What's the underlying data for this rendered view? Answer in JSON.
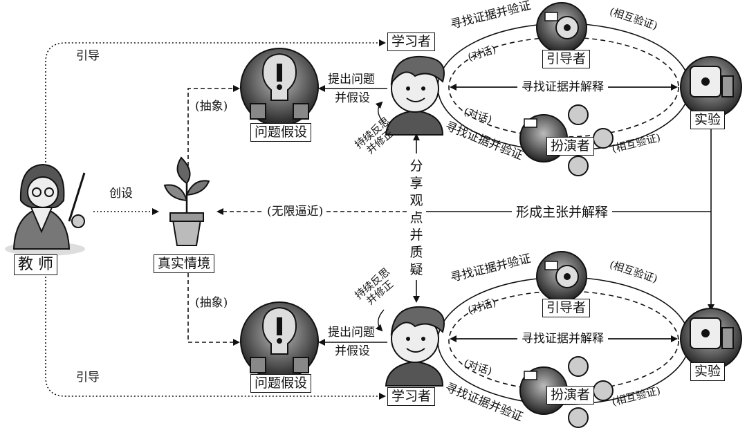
{
  "nodes": {
    "teacher": "教 师",
    "situation": "真实情境",
    "hypothesis_top": "问题假设",
    "hypothesis_bottom": "问题假设",
    "learner_top": "学习者",
    "learner_bottom": "学习者",
    "guide_top": "引导者",
    "guide_bottom": "引导者",
    "actor_top": "扮演者",
    "actor_bottom": "扮演者",
    "experiment_top": "实验",
    "experiment_bottom": "实验"
  },
  "edges": {
    "guide_top": "引导",
    "guide_bottom": "引导",
    "create": "创设",
    "abstract_top": "(抽象)",
    "abstract_bottom": "(抽象)",
    "approach": "(无限逼近)",
    "propose_top_1": "提出问题",
    "propose_top_2": "并假设",
    "propose_bottom_1": "提出问题",
    "propose_bottom_2": "并假设",
    "reflect_top_1": "持续反思",
    "reflect_top_2": "并修正",
    "reflect_bottom_1": "持续反思",
    "reflect_bottom_2": "并修正",
    "share": "分享观点并质疑",
    "claim": "形成主张并解释",
    "seek_verify_1": "寻找证据并验证",
    "seek_verify_2": "寻找证据并验证",
    "seek_verify_3": "寻找证据并验证",
    "seek_verify_4": "寻找证据并验证",
    "seek_explain_top": "寻找证据并解释",
    "seek_explain_bottom": "寻找证据并解释",
    "dialogue_1": "(对话)",
    "dialogue_2": "(对话)",
    "dialogue_3": "(对话)",
    "dialogue_4": "(对话)",
    "mutual_1": "(相互验证)",
    "mutual_2": "(相互验证)",
    "mutual_3": "(相互验证)",
    "mutual_4": "(相互验证)"
  },
  "icons": [
    "teacher-icon",
    "plant-icon",
    "lightbulb-icon",
    "student-icon",
    "robot-guide-icon",
    "actor-faces-icon",
    "experiment-icon"
  ]
}
